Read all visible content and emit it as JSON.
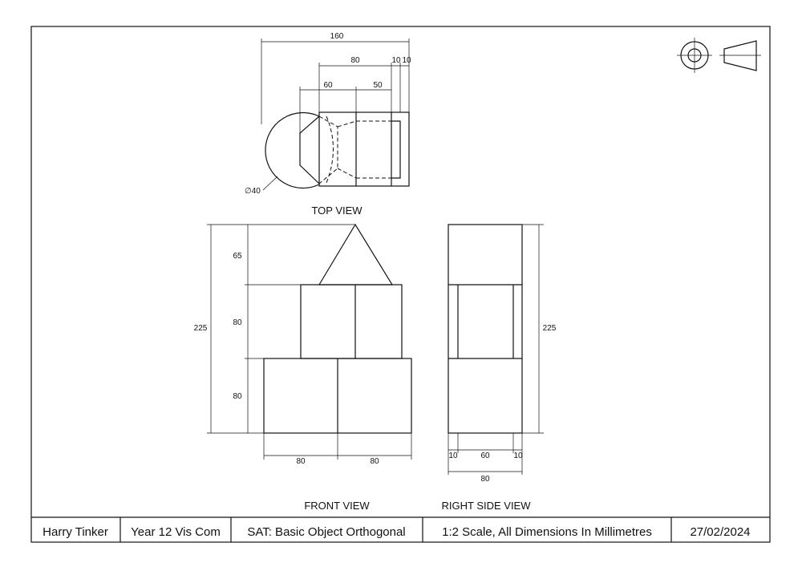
{
  "views": {
    "top": "TOP VIEW",
    "front": "FRONT VIEW",
    "right": "RIGHT SIDE VIEW"
  },
  "top_dims": {
    "overall": "160",
    "mid": "80",
    "small_a": "10",
    "small_b": "10",
    "left": "60",
    "right": "50",
    "diameter": "∅40"
  },
  "front_dims": {
    "total_height": "225",
    "h_triangle": "65",
    "h_middle": "80",
    "h_bottom": "80",
    "w_left": "80",
    "w_right": "80"
  },
  "side_dims": {
    "total_height": "225",
    "w_a": "10",
    "w_b": "60",
    "w_c": "10",
    "w_total": "80"
  },
  "title_block": {
    "name": "Harry Tinker",
    "class": "Year 12 Vis Com",
    "task": "SAT: Basic Object Orthogonal",
    "scale": "1:2 Scale, All Dimensions In Millimetres",
    "date": "27/02/2024"
  },
  "symbol": {
    "name": "third-angle-projection-symbol"
  }
}
